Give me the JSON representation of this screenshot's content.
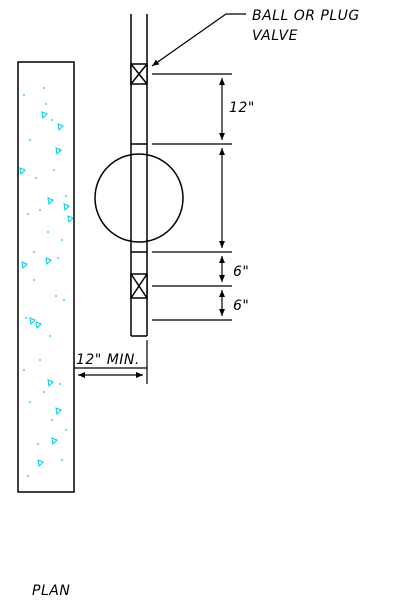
{
  "labels": {
    "valve_line1": "BALL OR PLUG",
    "valve_line2": "VALVE",
    "dim_top": "12\"",
    "dim_mid": "6\"",
    "dim_bot": "6\"",
    "clearance": "12\" MIN.",
    "view_title": "PLAN"
  },
  "colors": {
    "line": "#000000",
    "concrete_speckle": "#00c8e0"
  }
}
